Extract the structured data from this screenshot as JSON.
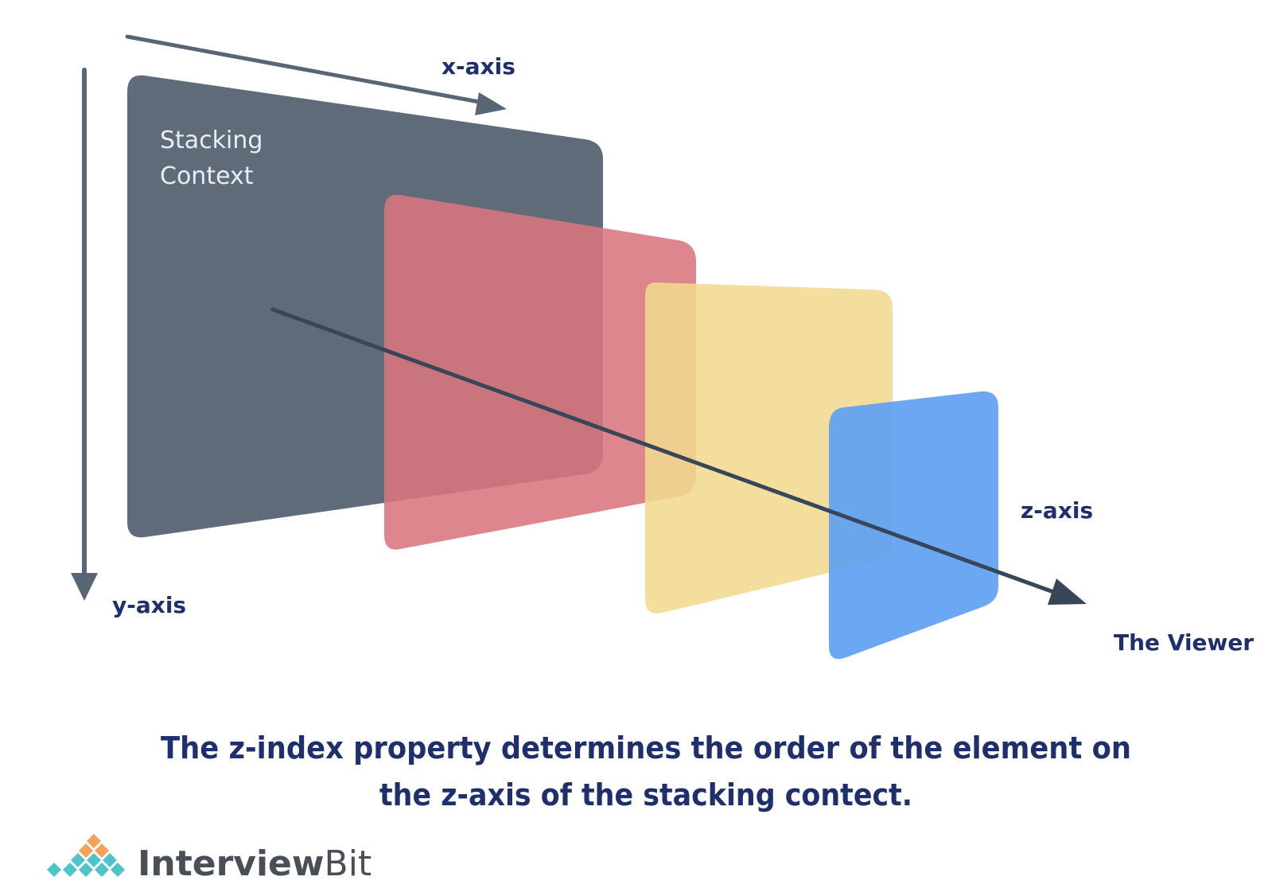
{
  "colors": {
    "background": "#ffffff",
    "axis": "#576575",
    "z_axis": "#374659",
    "label_text": "#1f2f6e",
    "plane_context": "#5f6b79",
    "plane_red": "#d9757d",
    "plane_yellow": "#f1d98f",
    "plane_blue": "#5f9ff2",
    "plane_label": "#e9edf2",
    "brand_text": "#4a4f57",
    "brand_teal": "#4fc3c9",
    "brand_orange": "#f4a259"
  },
  "diagram": {
    "x_axis_label": "x-axis",
    "y_axis_label": "y-axis",
    "z_axis_label": "z-axis",
    "viewer_label": "The Viewer",
    "stacking_context_label": [
      "Stacking",
      "Context"
    ]
  },
  "caption": {
    "line1": "The z-index property determines the order of the element on",
    "line2": "the z-axis of the stacking contect."
  },
  "brand": {
    "name_part1": "Interview",
    "name_part2": "Bit",
    "logo_icon": "diamond-lattice-logo-icon"
  }
}
